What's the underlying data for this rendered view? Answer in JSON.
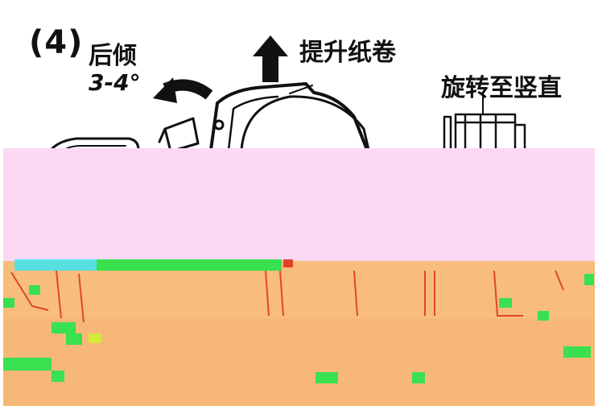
{
  "labels": {
    "step_number": "(4)",
    "tilt_back": "后倾",
    "tilt_angle": "3-4°",
    "lift_roll": "提升纸卷",
    "rotate_vertical": "旋转至竖直"
  },
  "colors": {
    "line": "#111111",
    "pink_band": "#fbd8f4",
    "orange_band": "#f8bd7b",
    "glitch_green": "#39e04f",
    "glitch_cyan": "#3be6f0",
    "red_detail": "#e0452b"
  },
  "icons": {
    "tilt_arrow": "curved-arrow-icon",
    "lift_arrow": "up-arrow-icon"
  }
}
